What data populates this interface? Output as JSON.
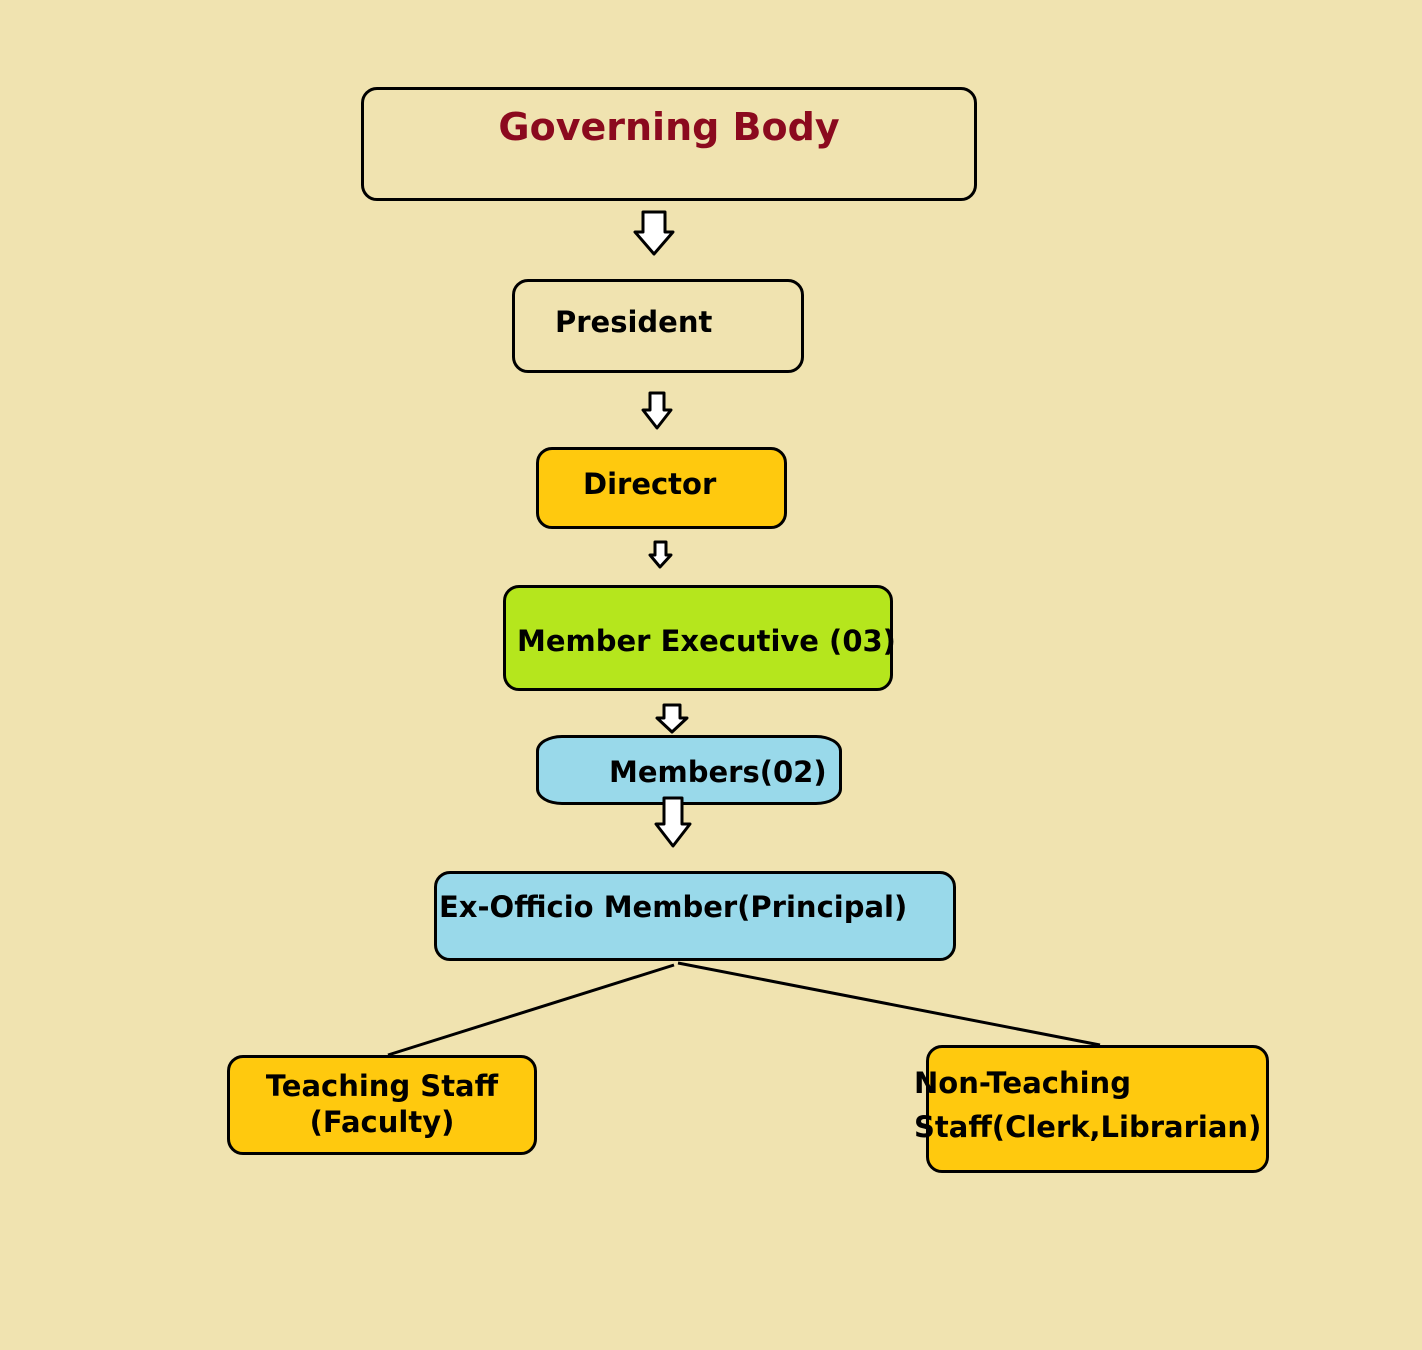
{
  "diagram": {
    "background": "#f0e3b0",
    "nodes": [
      {
        "id": "n-gov",
        "name": "node-governing-body",
        "lines": [
          "Governing Body"
        ],
        "fill": "#f0e3b0",
        "text_color": "#8b0a1e"
      },
      {
        "id": "n-pres",
        "name": "node-president",
        "lines": [
          "President"
        ],
        "fill": "#f0e3b0",
        "text_color": "#000000"
      },
      {
        "id": "n-dir",
        "name": "node-director",
        "lines": [
          "Director"
        ],
        "fill": "#ffc90e",
        "text_color": "#000000"
      },
      {
        "id": "n-mex",
        "name": "node-member-executive",
        "lines": [
          "Member Executive (03)"
        ],
        "fill": "#b5e61d",
        "text_color": "#000000"
      },
      {
        "id": "n-mem",
        "name": "node-members",
        "lines": [
          "Members(02)"
        ],
        "fill": "#99d9ea",
        "text_color": "#000000"
      },
      {
        "id": "n-exo",
        "name": "node-ex-officio-member",
        "lines": [
          "Ex-Officio Member(Principal)"
        ],
        "fill": "#99d9ea",
        "text_color": "#000000"
      },
      {
        "id": "n-tea",
        "name": "node-teaching-staff",
        "lines": [
          "Teaching Staff",
          "(Faculty)"
        ],
        "fill": "#ffc90e",
        "text_color": "#000000"
      },
      {
        "id": "n-non",
        "name": "node-non-teaching-staff",
        "lines": [
          "Non-Teaching",
          "Staff(Clerk,Librarian)"
        ],
        "fill": "#ffc90e",
        "text_color": "#000000"
      }
    ],
    "edges": [
      {
        "from": "n-gov",
        "to": "n-pres",
        "style": "hollow-arrow"
      },
      {
        "from": "n-pres",
        "to": "n-dir",
        "style": "hollow-arrow"
      },
      {
        "from": "n-dir",
        "to": "n-mex",
        "style": "hollow-arrow"
      },
      {
        "from": "n-mex",
        "to": "n-mem",
        "style": "hollow-arrow"
      },
      {
        "from": "n-mem",
        "to": "n-exo",
        "style": "hollow-arrow"
      },
      {
        "from": "n-exo",
        "to": "n-tea",
        "style": "line"
      },
      {
        "from": "n-exo",
        "to": "n-non",
        "style": "line"
      }
    ]
  }
}
